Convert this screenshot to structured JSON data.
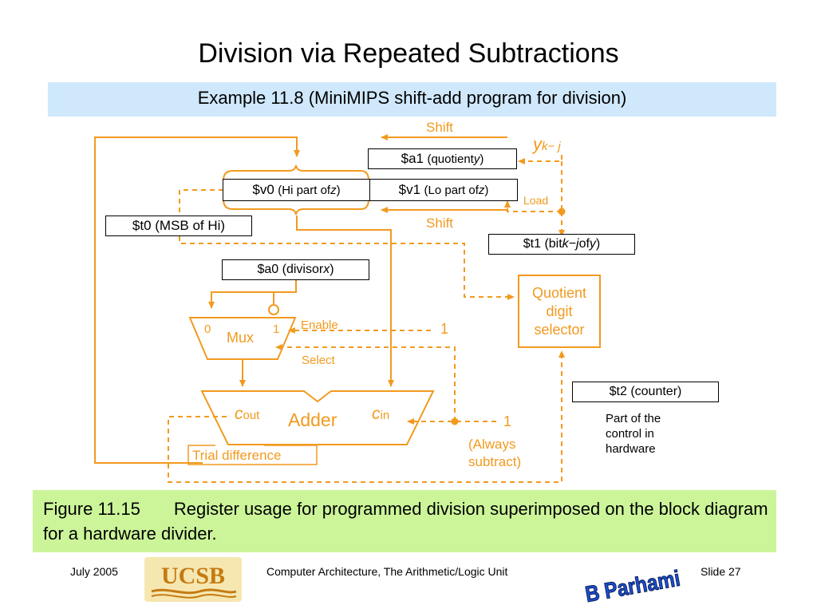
{
  "slide": {
    "title": "Division via Repeated Subtractions",
    "subtitle": "Example 11.8 (MiniMIPS shift-add program for division)"
  },
  "diagram": {
    "registers": {
      "a1": {
        "name": "$a1",
        "desc_pre": "(quotient ",
        "desc_var": "y",
        "desc_post": ")"
      },
      "v0": {
        "name": "$v0",
        "desc_pre": "(Hi part of ",
        "desc_var": "z",
        "desc_post": ")"
      },
      "v1": {
        "name": "$v1",
        "desc_pre": "(Lo part of ",
        "desc_var": "z",
        "desc_post": ")"
      },
      "t0": {
        "text": "$t0 (MSB of Hi)"
      },
      "t1": {
        "pre": "$t1 (bit ",
        "var": "k−j",
        "mid": " of ",
        "var2": "y",
        "post": ")"
      },
      "a0": {
        "pre": "$a0 (divisor ",
        "var": "x",
        "post": ")"
      },
      "t2": {
        "text": "$t2 (counter)"
      }
    },
    "labels": {
      "shift_top": "Shift",
      "shift_bottom": "Shift",
      "y_main": "y",
      "y_sub": "k− j",
      "load": "Load",
      "mux": "Mux",
      "mux_in0": "0",
      "mux_in1": "1",
      "enable": "Enable",
      "enable_value": "1",
      "select": "Select",
      "adder": "Adder",
      "cout_main": "c",
      "cout_sub": "out",
      "cin_main": "c",
      "cin_sub": "in",
      "always_one": "1",
      "always_line1": "(Always",
      "always_line2": "subtract)",
      "trial_difference": "Trial difference",
      "qds_line1": "Quotient",
      "qds_line2": "digit",
      "qds_line3": "selector",
      "control_line1": "Part of the",
      "control_line2": "control in",
      "control_line3": "hardware"
    },
    "colors": {
      "accent": "#f29a1f",
      "subtitle_bg": "#cfe8fb",
      "caption_bg": "#ccf59a"
    }
  },
  "caption": {
    "figure": "Figure 11.15",
    "text": "Register usage for programmed division superimposed on the block diagram for a hardware divider."
  },
  "footer": {
    "date": "July 2005",
    "course": "Computer Architecture, The Arithmetic/Logic Unit",
    "slide": "Slide 27",
    "logo_left_text": "UCSB",
    "logo_right_text": "B Parhami"
  }
}
